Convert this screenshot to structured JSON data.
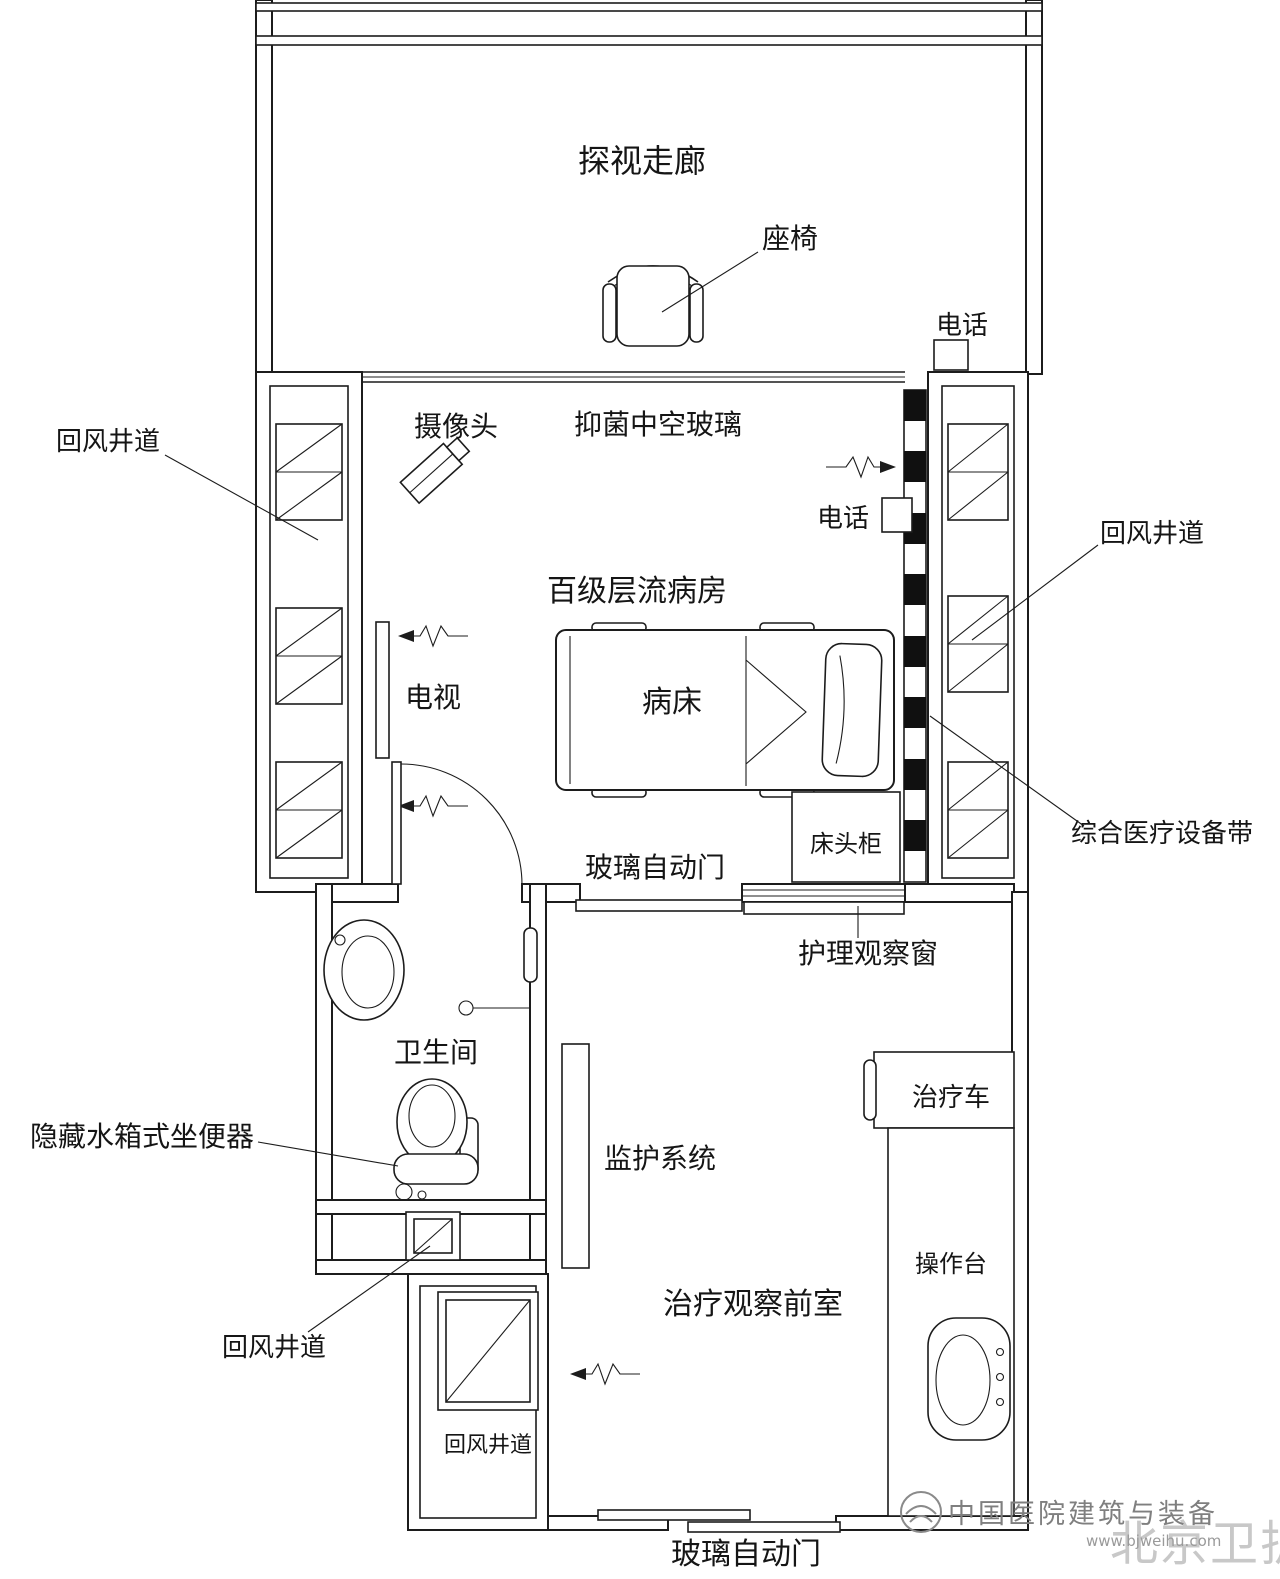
{
  "plan": {
    "corridor": "探视走廊",
    "seat": "座椅",
    "phone_top": "电话",
    "camera": "摄像头",
    "antibacterial_glass": "抑菌中空玻璃",
    "return_air_left": "回风井道",
    "phone_room": "电话",
    "ward": "百级层流病房",
    "tv": "电视",
    "bed": "病床",
    "bedside_cabinet": "床头柜",
    "return_air_right": "回风井道",
    "equipment_belt": "综合医疗设备带",
    "glass_auto_door_top": "玻璃自动门",
    "observation_window": "护理观察窗",
    "bathroom": "卫生间",
    "hidden_tank_toilet": "隐藏水箱式坐便器",
    "monitor_system": "监护系统",
    "treatment_cart": "治疗车",
    "anteroom": "治疗观察前室",
    "console": "操作台",
    "return_air_bottom": "回风井道",
    "return_air_shaft": "回风井道",
    "glass_auto_door_bottom": "玻璃自动门"
  },
  "watermark": {
    "org": "中国医院建筑与装备",
    "url": "www.bjweihu.com",
    "brand": "北京卫护"
  },
  "colors": {
    "line": "#1c1c1c",
    "watermark_text": "#7f7f7f",
    "brand_text": "#c8c8c8"
  }
}
